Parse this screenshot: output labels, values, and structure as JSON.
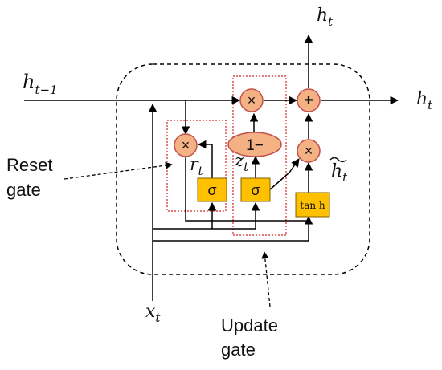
{
  "labels": {
    "h_prev": "h",
    "h_prev_sub": "t−1",
    "h_out_top": "h",
    "h_out_top_sub": "t",
    "h_out_right": "h",
    "h_out_right_sub": "t",
    "x_in": "x",
    "x_in_sub": "t",
    "r": "r",
    "r_sub": "t",
    "z": "z",
    "z_sub": "t",
    "h_tilde": "h",
    "h_tilde_sub": "t",
    "reset_line1": "Reset",
    "reset_line2": "gate",
    "update_line1": "Update",
    "update_line2": "gate"
  },
  "ops": {
    "multiply": "×",
    "add": "+",
    "one_minus": "1−",
    "sigma": "σ",
    "tanh": "tan h"
  },
  "colors": {
    "node_fill": "#f4b183",
    "node_stroke": "#c0504d",
    "box_fill": "#ffc000",
    "box_stroke": "#7f6000",
    "gate_outline": "#d62728",
    "line": "#000000"
  }
}
